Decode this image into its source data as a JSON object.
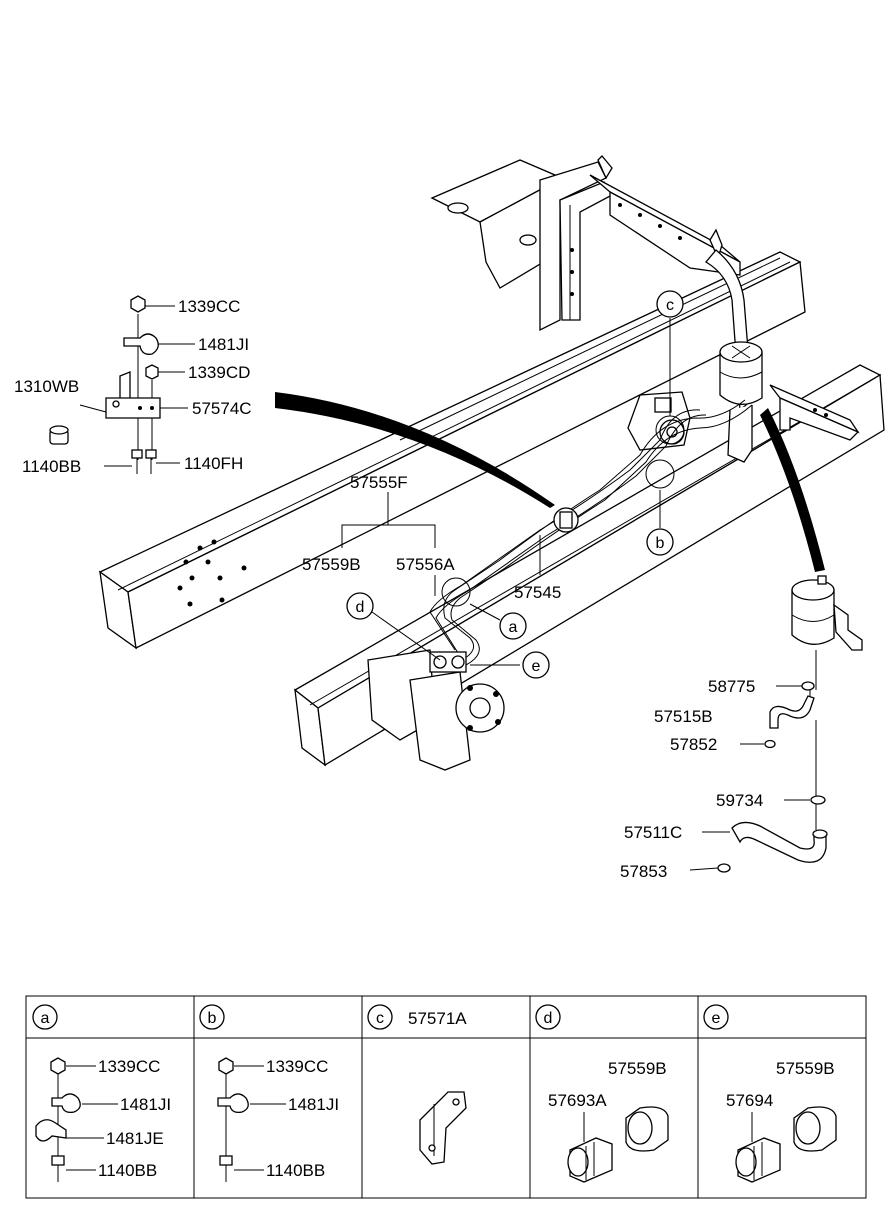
{
  "main_callouts": {
    "p1339CC": "1339CC",
    "p1481JI": "1481JI",
    "p1339CD": "1339CD",
    "p1310WB": "1310WB",
    "p57574C": "57574C",
    "p1140BB": "1140BB",
    "p1140FH": "1140FH",
    "p57555F": "57555F",
    "p57559B": "57559B",
    "p57556A": "57556A",
    "p57545": "57545",
    "p58775": "58775",
    "p57515B": "57515B",
    "p57852": "57852",
    "p59734": "59734",
    "p57511C": "57511C",
    "p57853": "57853"
  },
  "circle_letters": {
    "a": "a",
    "b": "b",
    "c": "c",
    "d": "d",
    "e": "e"
  },
  "detail_panels": [
    {
      "letter": "a",
      "header_part": "",
      "parts": [
        "1339CC",
        "1481JI",
        "1481JE",
        "1140BB"
      ]
    },
    {
      "letter": "b",
      "header_part": "",
      "parts": [
        "1339CC",
        "1481JI",
        "1140BB"
      ]
    },
    {
      "letter": "c",
      "header_part": "57571A",
      "parts": []
    },
    {
      "letter": "d",
      "header_part": "",
      "parts": [
        "57559B",
        "57693A"
      ]
    },
    {
      "letter": "e",
      "header_part": "",
      "parts": [
        "57559B",
        "57694"
      ]
    }
  ]
}
